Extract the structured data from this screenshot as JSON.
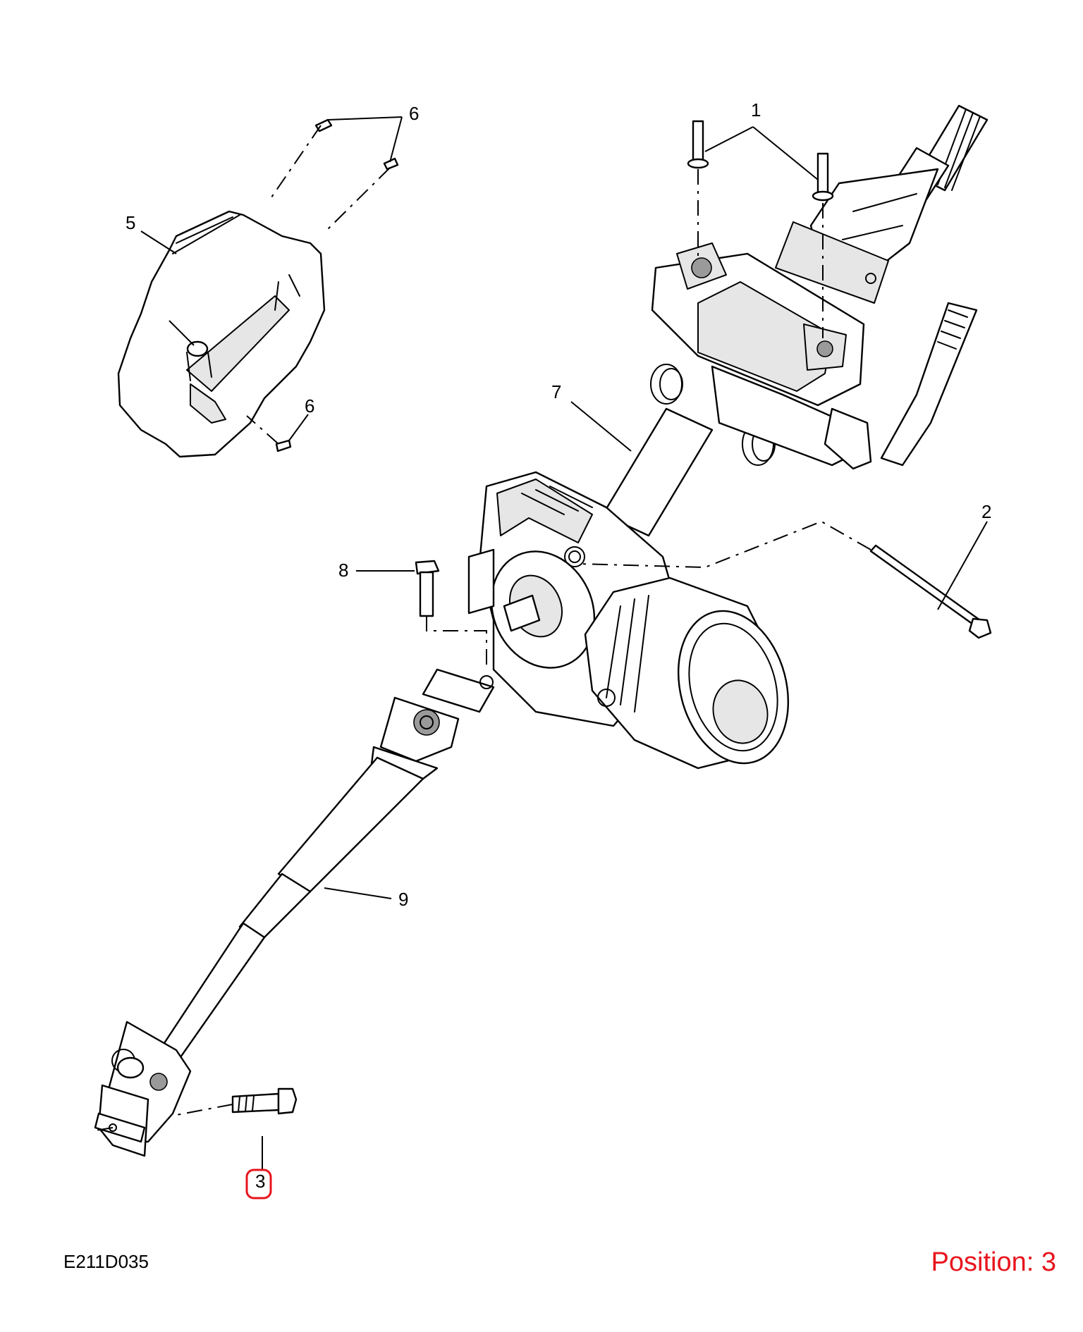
{
  "diagram": {
    "id_code": "E211D035",
    "position_label": "Position: 3",
    "highlight_color": "#e8141c",
    "callouts": {
      "c1": "1",
      "c2": "2",
      "c3": "3",
      "c5": "5",
      "c6a": "6",
      "c6b": "6",
      "c7": "7",
      "c8": "8",
      "c9": "9"
    },
    "highlighted_callout": "3"
  }
}
